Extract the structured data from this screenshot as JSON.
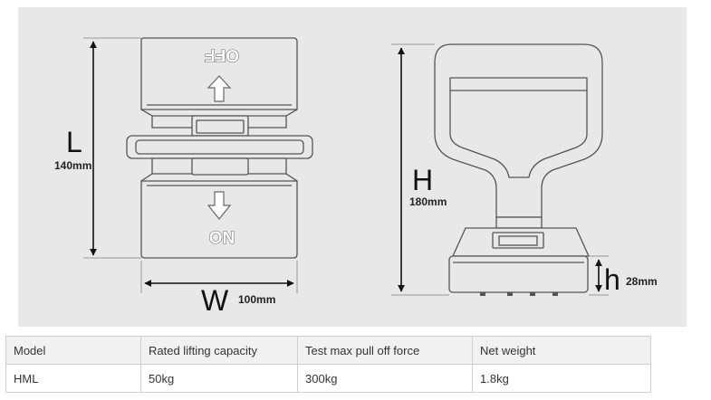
{
  "diagram": {
    "front_view": {
      "knob_top_text": "OFF",
      "knob_bottom_text": "ON",
      "length_label": "L",
      "length_value": "140mm",
      "width_label": "W",
      "width_value": "100mm"
    },
    "side_view": {
      "height_label": "H",
      "height_value": "180mm",
      "base_height_label": "h",
      "base_height_value": "28mm"
    }
  },
  "spec_table": {
    "headers": [
      "Model",
      "Rated lifting capacity",
      "Test max pull off  force",
      "Net weight"
    ],
    "rows": [
      [
        "HML",
        "50kg",
        "300kg",
        "1.8kg"
      ]
    ]
  },
  "colors": {
    "panel_background": "#e8e8e8",
    "line": "#555555",
    "arrow": "#111111",
    "table_border": "#cfcfcf",
    "header_background": "#f1f1f1"
  }
}
